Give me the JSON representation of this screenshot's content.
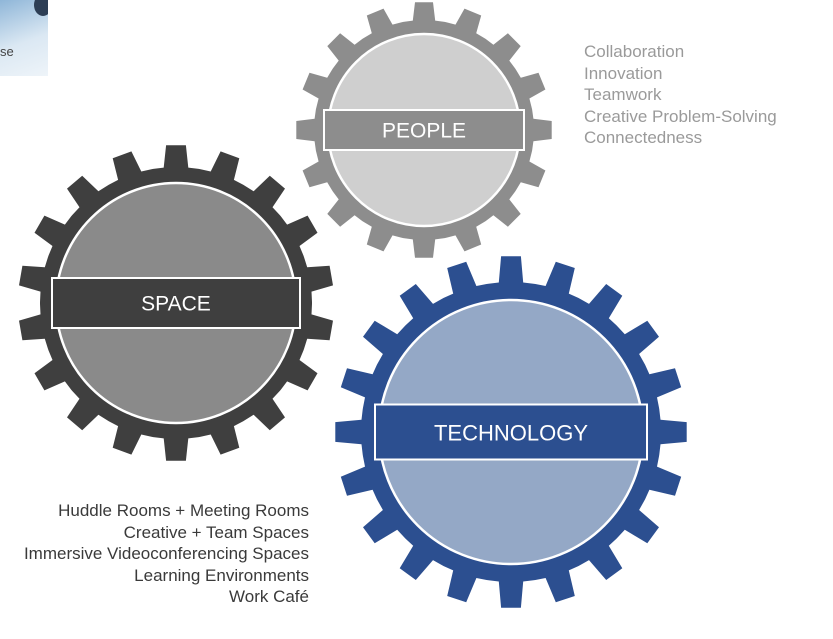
{
  "thumbnail": {
    "caption": "se"
  },
  "gears": [
    {
      "id": "people",
      "label": "PEOPLE",
      "outer": "#8d8d8d",
      "inner": "#cfcfcf",
      "band": "#8d8d8d"
    },
    {
      "id": "space",
      "label": "SPACE",
      "outer": "#3f3f3f",
      "inner": "#8a8a8a",
      "band": "#3f3f3f"
    },
    {
      "id": "technology",
      "label": "TECHNOLOGY",
      "outer": "#2c4f90",
      "inner": "#94a8c6",
      "band": "#2c4f90"
    }
  ],
  "people_list": [
    "Collaboration",
    "Innovation",
    "Teamwork",
    "Creative Problem-Solving",
    "Connectedness"
  ],
  "space_list": [
    "Huddle Rooms + Meeting Rooms",
    "Creative + Team Spaces",
    "Immersive Videoconferencing Spaces",
    "Learning Environments",
    "Work Café"
  ]
}
